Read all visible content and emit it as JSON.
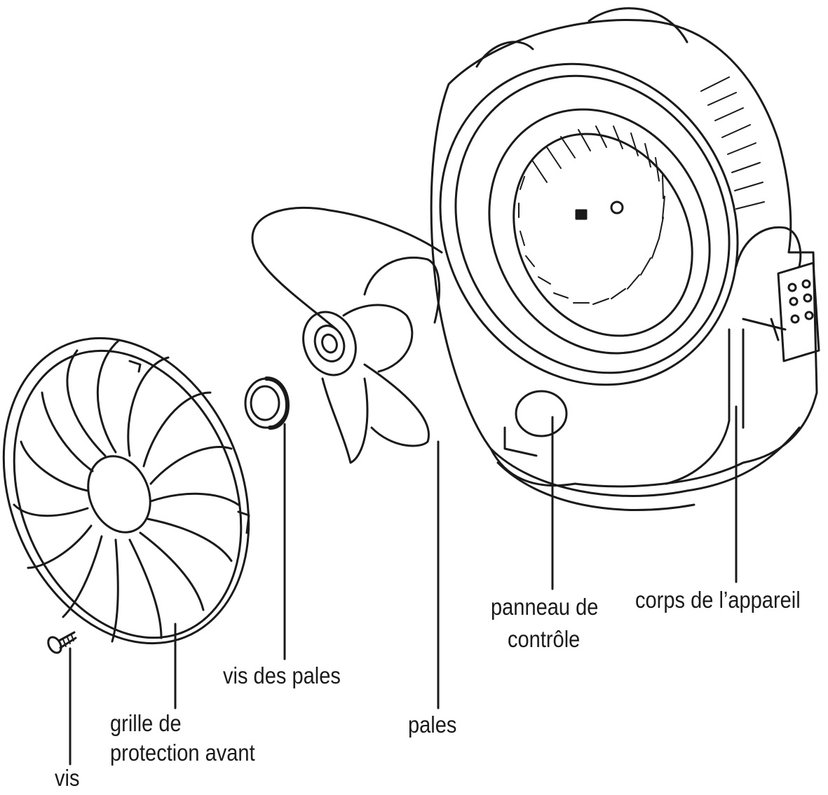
{
  "labels": {
    "vis": "vis",
    "grille_line1": "grille de",
    "grille_line2": "protection avant",
    "vis_des_pales": "vis des pales",
    "pales": "pales",
    "panneau_line1": "panneau de",
    "panneau_line2": "contrôle",
    "corps": "corps de l’appareil"
  },
  "colors": {
    "ink": "#1a1a1a",
    "background": "#ffffff"
  }
}
